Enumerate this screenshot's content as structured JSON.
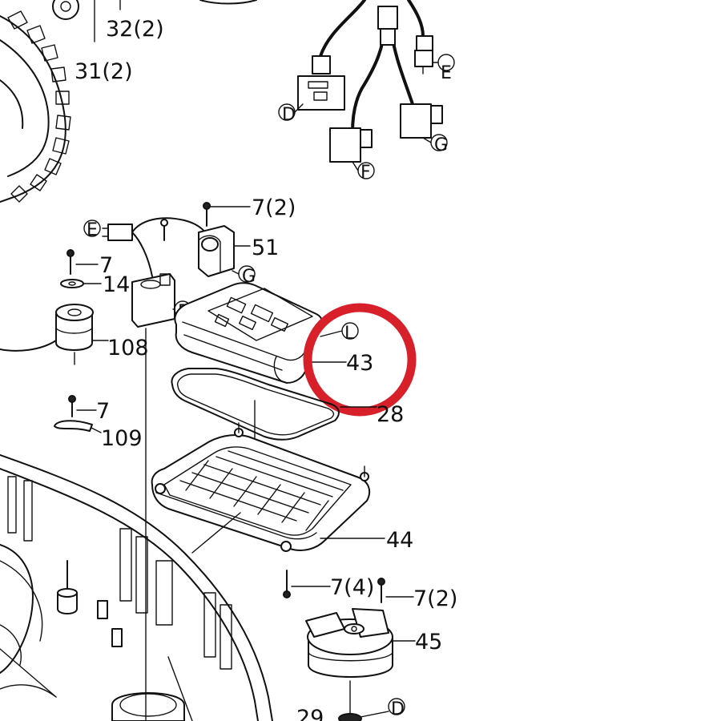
{
  "labels": {
    "p32": "32(2)",
    "p31": "31(2)",
    "p7a": "7(2)",
    "p51": "51",
    "p7b": "7",
    "p14": "14",
    "p108": "108",
    "p43": "43",
    "p28": "28",
    "p7c": "7",
    "p109": "109",
    "p44": "44",
    "p7d": "7(4)",
    "p7e": "7(2)",
    "p45": "45",
    "p29": "29"
  },
  "connectors": {
    "d1": "D",
    "e1": "E",
    "f1": "F",
    "g1": "G",
    "f2": "F",
    "g2": "G",
    "e2": "E",
    "l1": "L",
    "d2": "D"
  },
  "colors": {
    "highlight": "#d8202a",
    "ink": "#111111"
  }
}
